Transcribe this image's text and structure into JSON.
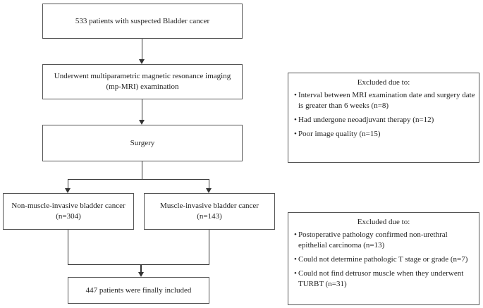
{
  "flow": {
    "box1": "533 patients with suspected Bladder cancer",
    "box2_line1": "Underwent multiparametric magnetic resonance imaging",
    "box2_line2": "(mp-MRI) examination",
    "box3": "Surgery",
    "box4_line1": "Non-muscle-invasive bladder cancer",
    "box4_line2": "(n=304)",
    "box5_line1": "Muscle-invasive bladder cancer",
    "box5_line2": "(n=143)",
    "box6": "447 patients were finally included"
  },
  "exclusion1": {
    "title": "Excluded due to:",
    "items": [
      "Interval between MRI examination date and surgery date is greater than 6 weeks (n=8)",
      "Had undergone neoadjuvant therapy (n=12)",
      "Poor image quality (n=15)"
    ]
  },
  "exclusion2": {
    "title": "Excluded due to:",
    "items": [
      "Postoperative pathology confirmed non-urethral epithelial carcinoma (n=13)",
      "Could not determine pathologic T stage or grade (n=7)",
      "Could not find detrusor muscle when they underwent TURBT (n=31)"
    ]
  }
}
